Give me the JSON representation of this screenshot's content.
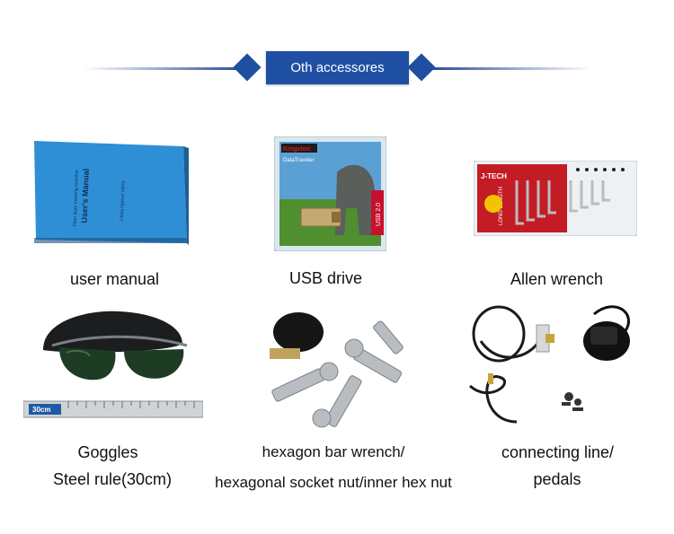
{
  "header": {
    "title": "Oth accessores"
  },
  "items": [
    {
      "caption": "user manual",
      "manual": {
        "title": "User's Manual",
        "line1": "Fiber laser marking machine",
        "line2": "China Optical Valley"
      }
    },
    {
      "caption": "USB drive",
      "usb": {
        "brand": "Kingston",
        "model": "DataTraveler",
        "spec": "USB 2.0"
      }
    },
    {
      "caption": "Allen wrench",
      "wrench": {
        "brand": "J-TECH",
        "label": "LONG LENGTH"
      }
    },
    {
      "caption_line1": "Goggles",
      "caption_line2": "Steel rule(30cm)",
      "rule": {
        "mark": "30cm"
      }
    },
    {
      "caption_line1": "hexagon bar wrench/",
      "caption_line2": "hexagonal socket nut/inner hex nut"
    },
    {
      "caption_line1": "connecting line/",
      "caption_line2": "pedals"
    }
  ],
  "colors": {
    "header_bg": "#1f4fa3",
    "accent_line": "#1d3f92"
  }
}
